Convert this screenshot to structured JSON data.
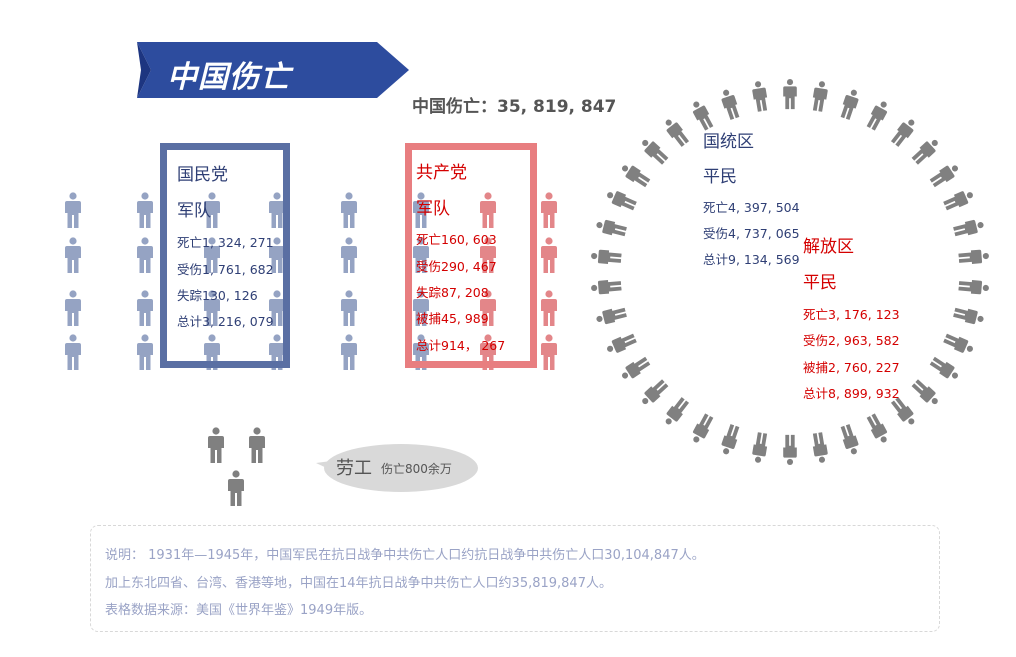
{
  "banner": {
    "title": "中国伤亡"
  },
  "total": {
    "label": "中国伤亡：35, 819, 847"
  },
  "kmt": {
    "party": "国民党",
    "group": "军队",
    "stats": [
      "死亡1, 324, 271",
      "受伤1, 761, 682",
      "失踪130, 126",
      "总计3, 216, 079"
    ]
  },
  "ccp": {
    "party": "共产党",
    "group": "军队",
    "stats": [
      "死亡160, 603",
      "受伤290, 467",
      "失踪87, 208",
      "被捕45, 989",
      "总计914， 267"
    ]
  },
  "kmt_area": {
    "region": "国统区",
    "group": "平民",
    "stats": [
      "死亡4, 397, 504",
      "受伤4, 737, 065",
      "总计9, 134, 569"
    ]
  },
  "liberated_area": {
    "region": "解放区",
    "group": "平民",
    "stats": [
      "死亡3, 176, 123",
      "受伤2, 963, 582",
      "被捕2, 760, 227",
      "总计8, 899, 932"
    ]
  },
  "labor": {
    "title": "劳工",
    "detail": "伤亡800余万"
  },
  "note": {
    "lines": [
      "说明： 1931年—1945年，中国军民在抗日战争中共伤亡人口约抗日战争中共伤亡人口30,104,847人。",
      "加上东北四省、台湾、香港等地，中国在14年抗日战争中共伤亡人口约35,819,847人。",
      "表格数据来源：美国《世界年鉴》1949年版。"
    ]
  },
  "colors": {
    "blue": "#2f3f75",
    "red": "#d40000",
    "banner": "#2d4c9e",
    "figure_blue": "#95a3c3",
    "figure_red": "#e38689",
    "figure_gray": "#808080"
  }
}
